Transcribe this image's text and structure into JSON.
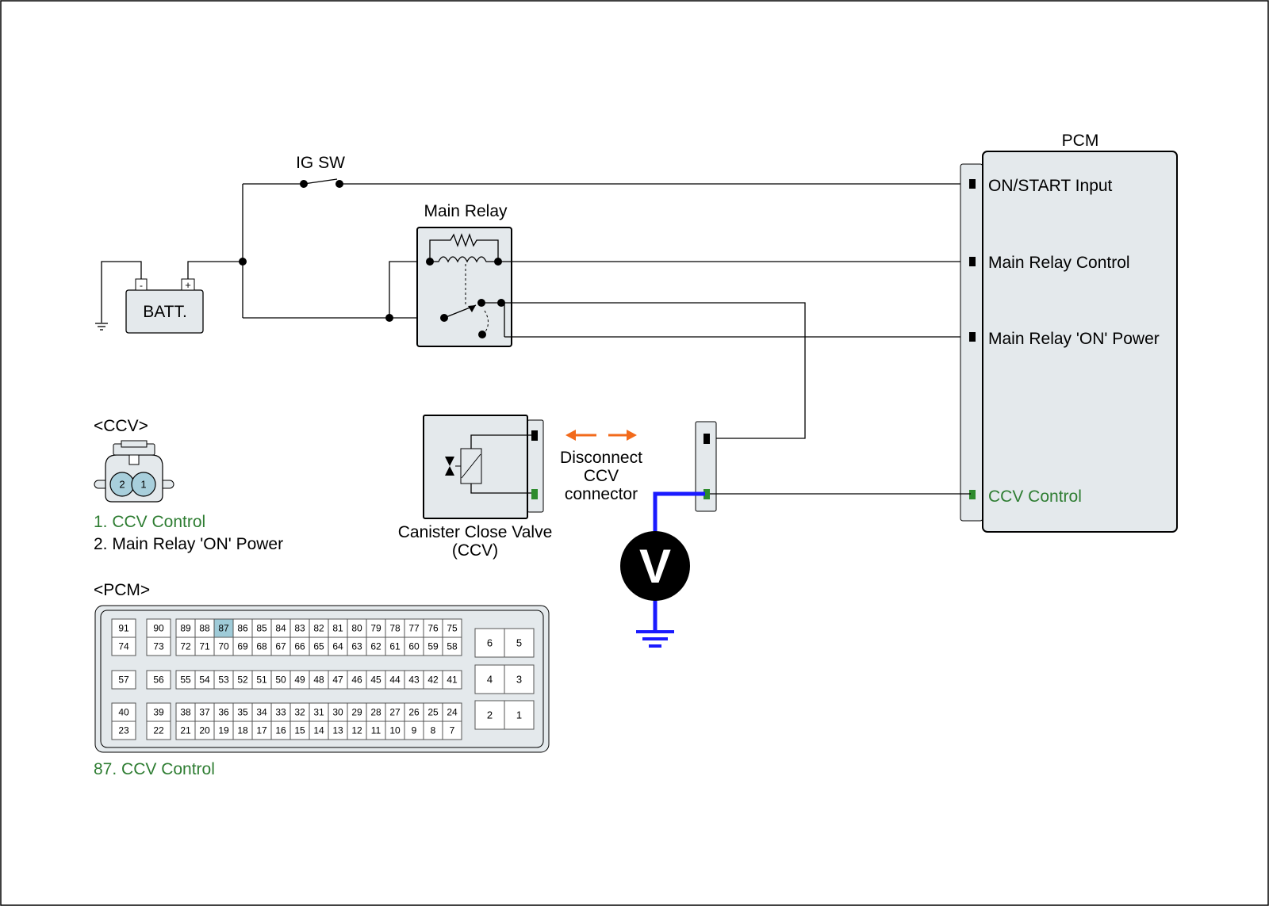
{
  "labels": {
    "ig_sw": "IG SW",
    "main_relay": "Main Relay",
    "batt": "BATT.",
    "batt_minus": "-",
    "batt_plus": "+",
    "pcm": "PCM",
    "ccv_valve_line1": "Canister Close Valve",
    "ccv_valve_line2": "(CCV)",
    "disconnect_line1": "Disconnect",
    "disconnect_line2": "CCV",
    "disconnect_line3": "connector",
    "voltmeter": "V"
  },
  "pcm_terminals": {
    "on_start_input": "ON/START Input",
    "main_relay_control": "Main Relay Control",
    "main_relay_on_power": "Main Relay 'ON' Power",
    "ccv_control": "CCV Control"
  },
  "ccv_connector": {
    "title": "<CCV>",
    "pin_2": "2",
    "pin_1": "1",
    "pin1_desc": "1. CCV Control",
    "pin2_desc": "2. Main Relay 'ON' Power"
  },
  "pcm_connector": {
    "title": "<PCM>",
    "highlighted_pin": "87",
    "pin_desc": "87. CCV Control",
    "left_small": [
      [
        "91",
        "74"
      ],
      [
        "90",
        "73"
      ],
      [
        "57"
      ],
      [
        "56"
      ],
      [
        "40",
        "23"
      ],
      [
        "39",
        "22"
      ]
    ],
    "block1_top": [
      "89",
      "88",
      "87",
      "86",
      "85",
      "84",
      "83",
      "82",
      "81",
      "80",
      "79",
      "78",
      "77",
      "76",
      "75"
    ],
    "block1_bottom": [
      "72",
      "71",
      "70",
      "69",
      "68",
      "67",
      "66",
      "65",
      "64",
      "63",
      "62",
      "61",
      "60",
      "59",
      "58"
    ],
    "block2": [
      "55",
      "54",
      "53",
      "52",
      "51",
      "50",
      "49",
      "48",
      "47",
      "46",
      "45",
      "44",
      "43",
      "42",
      "41"
    ],
    "block3_top": [
      "38",
      "37",
      "36",
      "35",
      "34",
      "33",
      "32",
      "31",
      "30",
      "29",
      "28",
      "27",
      "26",
      "25",
      "24"
    ],
    "block3_bottom": [
      "21",
      "20",
      "19",
      "18",
      "17",
      "16",
      "15",
      "14",
      "13",
      "12",
      "11",
      "10",
      "9",
      "8",
      "7"
    ],
    "right_pairs": [
      [
        "6",
        "5"
      ],
      [
        "4",
        "3"
      ],
      [
        "2",
        "1"
      ]
    ]
  },
  "colors": {
    "wire": "#000000",
    "measurement_wire": "#1a1aff",
    "ccv_terminal": "#2e8b2e",
    "ccv_text": "#2e7d32",
    "disconnect_arrow": "#f26a1b",
    "highlight_pin": "#9fcbd8",
    "component_fill": "#e4e9ec"
  }
}
